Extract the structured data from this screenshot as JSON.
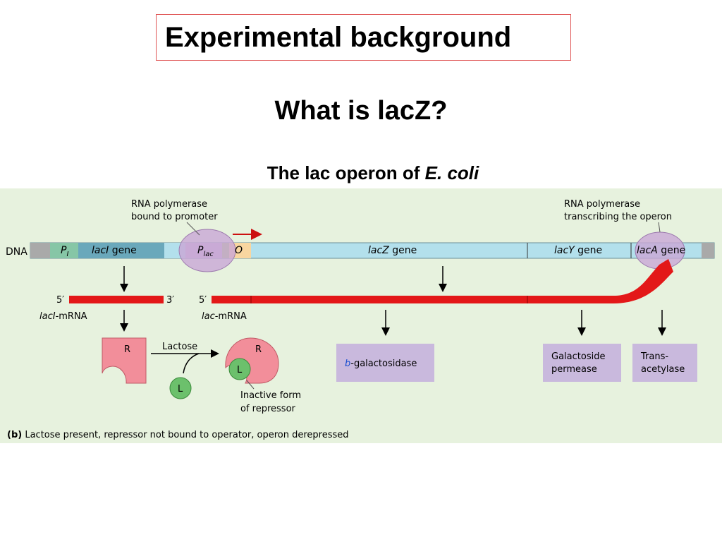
{
  "slide": {
    "title": "Experimental background",
    "subtitle": "What is lacZ?",
    "caption_prefix": "The lac operon of ",
    "caption_italic": "E. coli"
  },
  "figure": {
    "dna_label": "DNA",
    "rnap_promoter_line1": "RNA polymerase",
    "rnap_promoter_line2": "bound to promoter",
    "rnap_operon_line1": "RNA polymerase",
    "rnap_operon_line2": "transcribing the operon",
    "segments": {
      "pi_main": "P",
      "pi_sub": "I",
      "laci_italic": "lacI",
      "laci_rest": " gene",
      "plac_main": "P",
      "plac_sub": "lac",
      "operator": "O",
      "lacz_italic": "lacZ",
      "lacz_rest": " gene",
      "lacy_italic": "lacY",
      "lacy_rest": " gene",
      "laca_italic": "lacA",
      "laca_rest": " gene"
    },
    "mrna": {
      "five_prime_a": "5′",
      "three_prime": "3′",
      "five_prime_b": "5′",
      "laci_mrna_italic": "lacI",
      "laci_mrna_rest": "-mRNA",
      "lac_mrna_italic": "lac",
      "lac_mrna_rest": "-mRNA"
    },
    "repressor_label": "R",
    "lactose_label": "Lactose",
    "lactose_molecule": "L",
    "inactive_line1": "Inactive form",
    "inactive_line2": "of repressor",
    "products": {
      "bgal_italic": "b",
      "bgal_rest": "-galactosidase",
      "permease_line1": "Galactoside",
      "permease_line2": "permease",
      "transacetylase_line1": "Trans-",
      "transacetylase_line2": "acetylase"
    },
    "panel_letter": "(b)",
    "panel_caption": " Lactose present, repressor not bound to operator, operon derepressed"
  },
  "colors": {
    "figure_bg": "#e7f2de",
    "dna_light": "#b3e0ec",
    "laci_segment": "#6aa8bb",
    "pi_segment": "#86c6a6",
    "dna_grey": "#a9a9a9",
    "operator": "#f8d6a0",
    "plac_segment": "#c7b7d6",
    "rna_polymerase": "#c9a6d6",
    "mrna_red": "#e31818",
    "repressor_pink": "#f28e9a",
    "lactose_green": "#6cc06c",
    "protein_box": "#c9b9dd",
    "title_border": "#e05555"
  }
}
